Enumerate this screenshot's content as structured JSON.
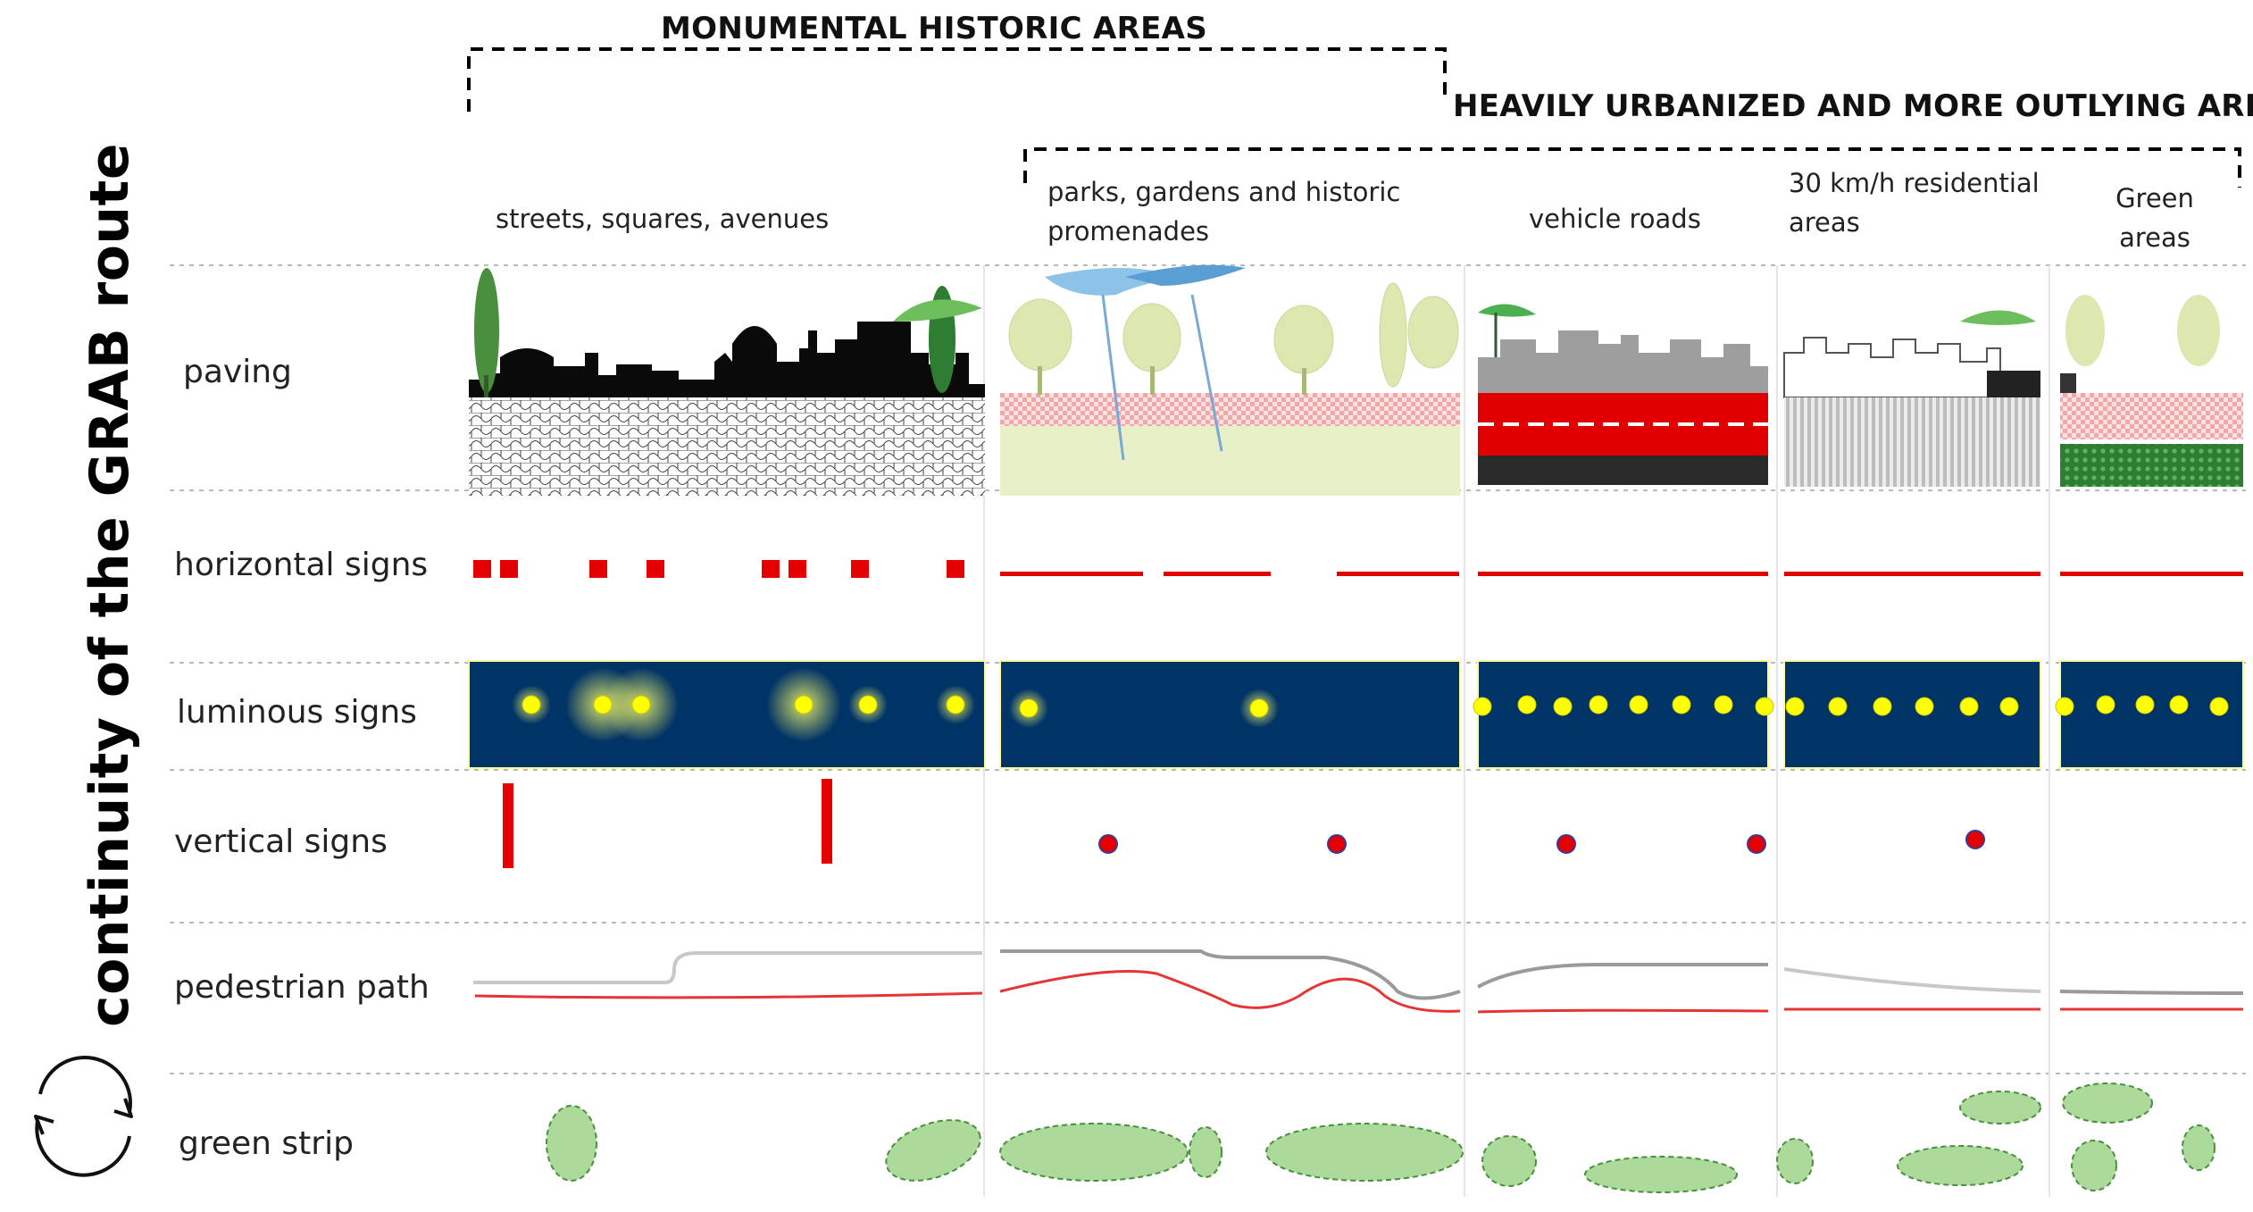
{
  "title": "continuity of the GRAB route",
  "groups": {
    "monumental": "MONUMENTAL HISTORIC AREAS",
    "urbanized": "HEAVILY URBANIZED AND MORE OUTLYING AREAS"
  },
  "columns": [
    "streets, squares, avenues",
    "parks, gardens and historic promenades",
    "vehicle roads",
    "30 km/h residential areas",
    "Green areas"
  ],
  "rows": [
    "paving",
    "horizontal signs",
    "luminous signs",
    "vertical signs",
    "pedestrian path",
    "green strip"
  ],
  "colors": {
    "sign_red": "#e50000",
    "lum_bg": "#003366",
    "light_yellow": "#ffff00",
    "green": "#8fce7a",
    "path_grey": "#9a9a9a"
  },
  "icons": {
    "title_icon": "cycle-arrows-icon"
  }
}
